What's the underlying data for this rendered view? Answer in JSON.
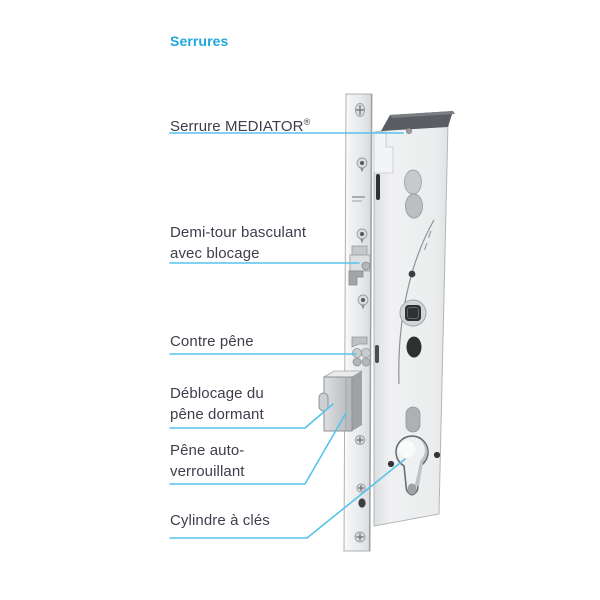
{
  "title": {
    "text": "Serrures"
  },
  "labels": {
    "serrure": {
      "text": "Serrure MEDIATOR",
      "reg": "®"
    },
    "demi_tour": {
      "line1": "Demi-tour basculant",
      "line2": "avec blocage"
    },
    "contre_pene": {
      "line1": "Contre pêne"
    },
    "deblocage": {
      "line1": "Déblocage du",
      "line2": "pêne dormant"
    },
    "pene_auto": {
      "line1": "Pêne auto-",
      "line2": "verrouillant"
    },
    "cylindre": {
      "line1": "Cylindre à clés"
    }
  },
  "colors": {
    "title": "#1CA8DD",
    "label_text": "#3E3E4C",
    "leader_line": "#57C3EC",
    "background": "#FFFFFF",
    "lock_metal_light": "#F2F3F4",
    "lock_metal_dark": "#B9BCC0",
    "lock_cap": "#5A5D61",
    "lock_hole_dark": "#2E3032"
  }
}
